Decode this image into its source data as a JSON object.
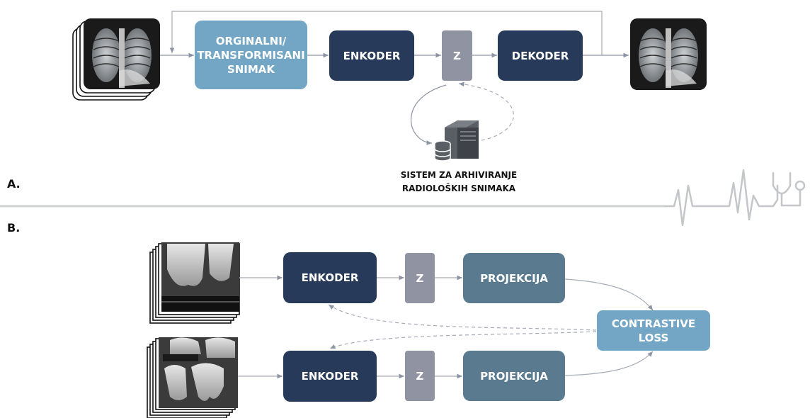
{
  "section_a": {
    "label": "A.",
    "input_box": "ORGINALNI/\nTRANSFORMISANI\nSNIMAK",
    "encoder": "ENKODER",
    "latent": "Z",
    "decoder": "DEKODER",
    "archive_caption": "SISTEM ZA ARHIVIRANJE\nRADIOLOŠKIH SNIMAKA"
  },
  "section_b": {
    "label": "B.",
    "top_encoder": "ENKODER",
    "top_latent": "Z",
    "top_projection": "PROJEKCIJA",
    "bottom_encoder": "ENKODER",
    "bottom_latent": "Z",
    "bottom_projection": "PROJEKCIJA",
    "loss": "CONTRASTIVE\nLOSS"
  },
  "icons": [
    "chest-xray-stack-icon",
    "chest-xray-icon",
    "server-database-icon",
    "heartbeat-stethoscope-icon",
    "dental-xray-stack-icon"
  ]
}
